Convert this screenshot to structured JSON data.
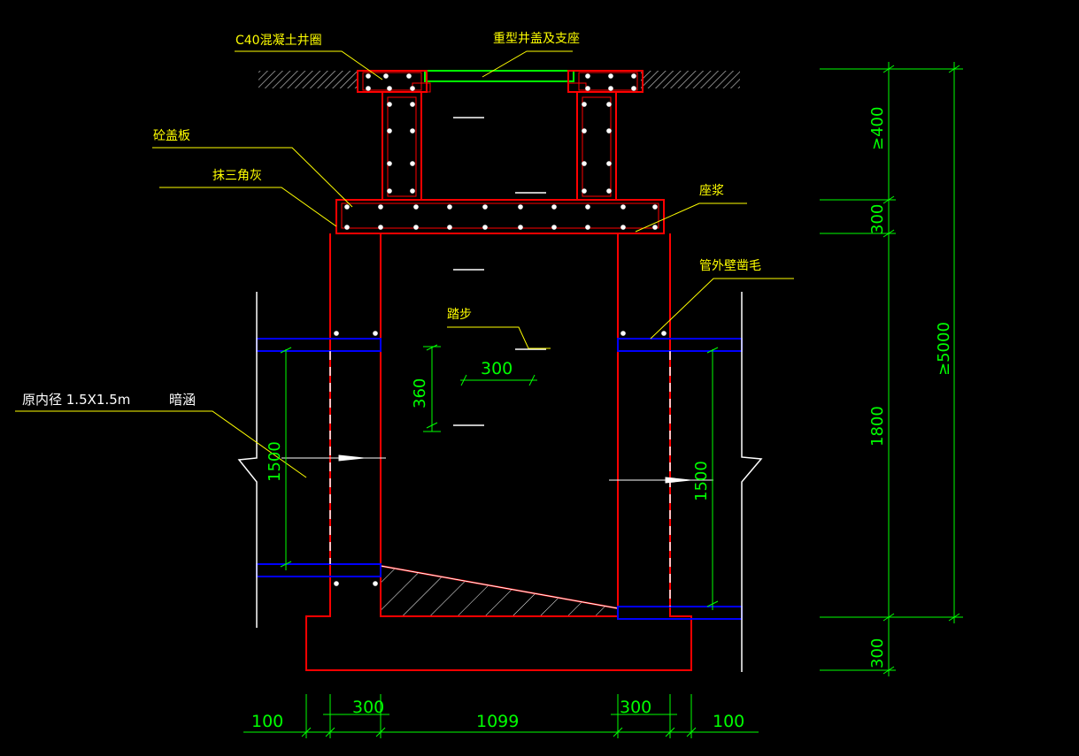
{
  "labels": {
    "c40_ring": "C40混凝土井圈",
    "heavy_cover": "重型井盖及支座",
    "concrete_cover_slab": "砼盖板",
    "triangle_plaster": "抹三角灰",
    "mortar_bed": "座浆",
    "pipe_wall_roughen": "管外壁凿毛",
    "step": "踏步",
    "original_inner_size": "原内径 1.5X1.5m",
    "culvert": "暗涵"
  },
  "dimensions": {
    "step_spacing_h": "300",
    "step_spacing_v": "360",
    "left_culvert_height": "1500",
    "right_culvert_height": "1500",
    "right_total": "≥5000",
    "right_top": "≥400",
    "right_slab": "300",
    "right_mid": "1800",
    "right_base": "300",
    "bottom_left_margin": "100",
    "bottom_left_wall": "300",
    "bottom_inner": "1099",
    "bottom_right_wall": "300",
    "bottom_right_margin": "100"
  },
  "colors": {
    "structure": "#ff0000",
    "dimension": "#00ff00",
    "leader": "#ffff00",
    "pipe": "#0000ff",
    "ground": "#c0c0c0"
  }
}
